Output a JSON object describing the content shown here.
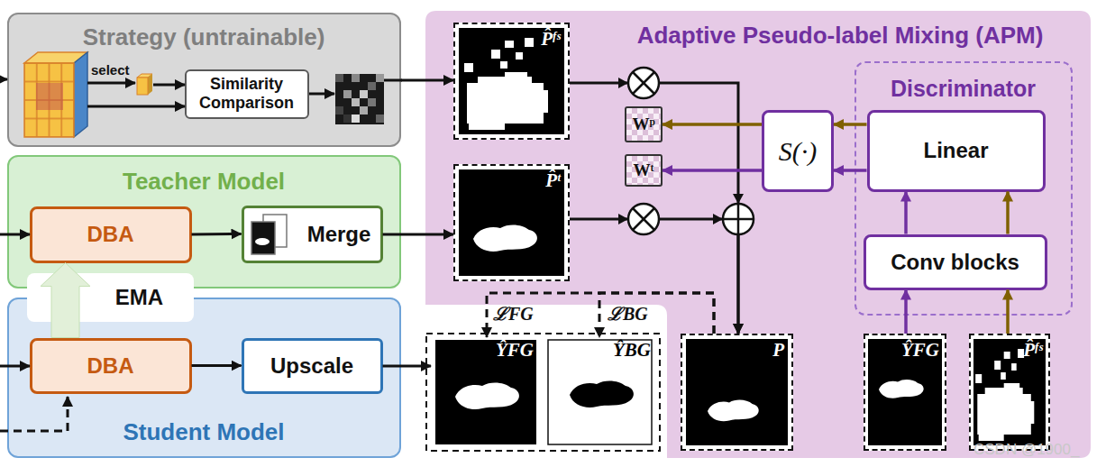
{
  "diagram": {
    "nodes": [
      {
        "text": [
          "Strategy (untrainable)"
        ]
      },
      {
        "text": [
          "Similarity Comparison"
        ],
        "in": 0
      },
      {
        "text": [
          "Teacher Model"
        ]
      },
      {
        "text": [
          "DBA"
        ],
        "in": 2
      },
      {
        "text": [
          "Merge"
        ],
        "in": 2
      },
      {
        "text": [
          "Student Model"
        ]
      },
      {
        "text": [
          "DBA"
        ],
        "in": 5
      },
      {
        "text": [
          "Upscale"
        ],
        "in": 5
      },
      {
        "text": [
          "Adaptive Pseudo-label Mixing (APM)"
        ]
      },
      {
        "text": [
          "P̂ᶠˢ"
        ],
        "in": 8
      },
      {
        "text": [
          "P̂ᵗ"
        ],
        "in": 8
      },
      {
        "text": [
          "Wᵖ"
        ],
        "in": 8
      },
      {
        "text": [
          "Wᵗ"
        ],
        "in": 8
      },
      {
        "text": [
          "S(·)"
        ],
        "in": 8
      },
      {
        "text": [
          "Discriminator"
        ],
        "in": 8
      },
      {
        "text": [
          "Linear"
        ],
        "in": 14
      },
      {
        "text": [
          "Conv blocks"
        ],
        "in": 14
      },
      {
        "text": [
          "P"
        ],
        "in": 8
      },
      {
        "text": [
          "ŶFG"
        ],
        "in": 8
      },
      {
        "text": [
          "P̂ᶠˢ"
        ],
        "in": 8
      },
      {
        "text": [
          "ŶFG"
        ]
      },
      {
        "text": [
          "ŶBG"
        ]
      }
    ],
    "edges": [
      {
        "from": 0,
        "to": 9,
        "arrow": "to"
      },
      {
        "from": 3,
        "to": 4,
        "arrow": "to"
      },
      {
        "from": 4,
        "to": 10,
        "arrow": "to"
      },
      {
        "from": 6,
        "to": 7,
        "arrow": "to"
      },
      {
        "from": 7,
        "to": 20,
        "arrow": "to"
      },
      {
        "from": 6,
        "to": 3,
        "label": "EMA",
        "arrow": "to"
      },
      {
        "from": 9,
        "to": 17,
        "arrow": "to"
      },
      {
        "from": 10,
        "to": 17,
        "arrow": "to"
      },
      {
        "from": 13,
        "to": 11,
        "arrow": "to"
      },
      {
        "from": 13,
        "to": 12,
        "arrow": "to"
      },
      {
        "from": 15,
        "to": 13,
        "arrow": "to"
      },
      {
        "from": 15,
        "to": 13,
        "arrow": "to"
      },
      {
        "from": 16,
        "to": 15,
        "arrow": "to"
      },
      {
        "from": 16,
        "to": 15,
        "arrow": "to"
      },
      {
        "from": 18,
        "to": 16,
        "arrow": "to"
      },
      {
        "from": 19,
        "to": 16,
        "arrow": "to"
      },
      {
        "from": 17,
        "to": 20,
        "label": "ℒFG",
        "arrow": "to"
      },
      {
        "from": 17,
        "to": 21,
        "label": "ℒBG",
        "arrow": "to"
      }
    ],
    "labels": [
      "select",
      "CSDN @1900_"
    ]
  }
}
